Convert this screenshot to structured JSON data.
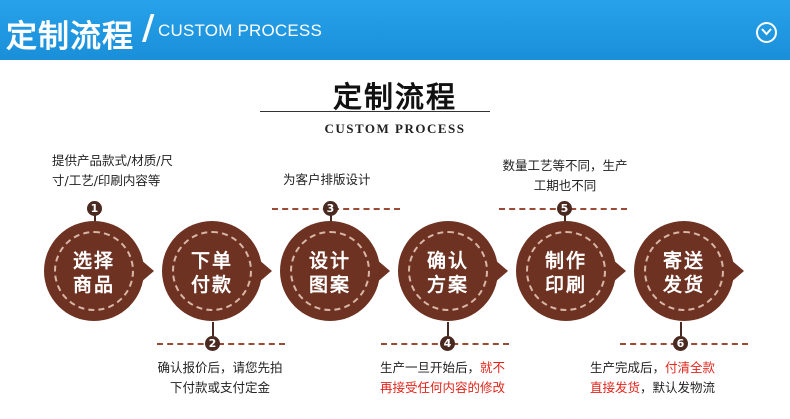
{
  "header": {
    "title_zh": "定制流程",
    "separator": "/",
    "title_en": "CUSTOM PROCESS",
    "icon": "chevron-down-circle-icon"
  },
  "main": {
    "title_zh": "定制流程",
    "title_en": "CUSTOM PROCESS"
  },
  "steps": [
    {
      "number": "1",
      "label": "选择商品",
      "line1": "选择",
      "line2": "商品"
    },
    {
      "number": "2",
      "label": "下单付款",
      "line1": "下单",
      "line2": "付款"
    },
    {
      "number": "3",
      "label": "设计图案",
      "line1": "设计",
      "line2": "图案"
    },
    {
      "number": "4",
      "label": "确认方案",
      "line1": "确认",
      "line2": "方案"
    },
    {
      "number": "5",
      "label": "制作印刷",
      "line1": "制作",
      "line2": "印刷"
    },
    {
      "number": "6",
      "label": "寄送发货",
      "line1": "寄送",
      "line2": "发货"
    }
  ],
  "notes": {
    "step1": {
      "line1": "提供产品款式/材质/尺",
      "line2": "寸/工艺/印刷内容等"
    },
    "step2": {
      "line1": "确认报价后，请您先拍",
      "line2": "下付款或支付定金"
    },
    "step3": {
      "line1": "为客户排版设计"
    },
    "step4": {
      "line1_a": "生产一旦开始后，",
      "line1_b": "就不",
      "line2": "再接受任何内容的修改"
    },
    "step5": {
      "line1": "数量工艺等不同，生产",
      "line2": "工期也不同"
    },
    "step6": {
      "line1_a": "生产完成后，",
      "line1_b": "付清全款",
      "line2_a": "直接发货",
      "line2_b": "，默认发物流"
    }
  },
  "colors": {
    "header_bg": "#1a8fd9",
    "step_circle": "#6e3222",
    "connector": "#4a2a20",
    "highlight": "#e1251b"
  }
}
